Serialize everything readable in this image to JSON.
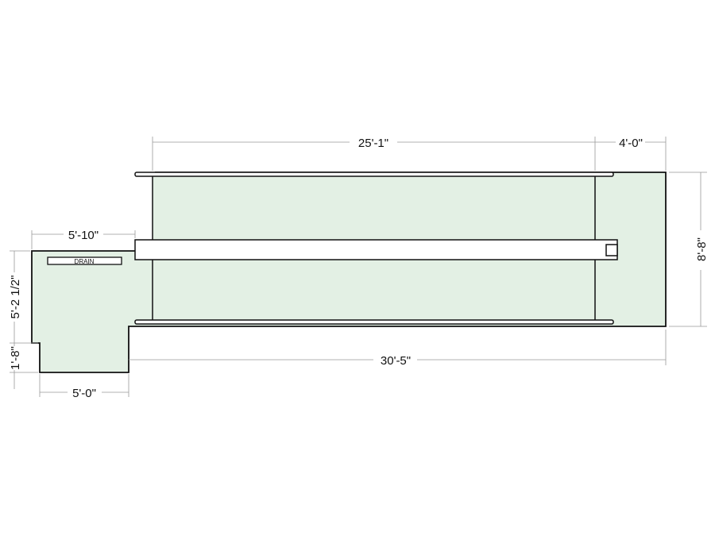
{
  "plan": {
    "fill_color": "#e3f0e4",
    "drain_label": "DRAIN",
    "dimensions": {
      "top_main": "25'-1\"",
      "top_right": "4'-0\"",
      "right_height": "8'-8\"",
      "bottom_total": "30'-5\"",
      "left_top_width": "5'-10\"",
      "left_height": "5'-2 1/2\"",
      "left_step": "1'-8\"",
      "left_bottom_width": "5'-0\""
    }
  }
}
